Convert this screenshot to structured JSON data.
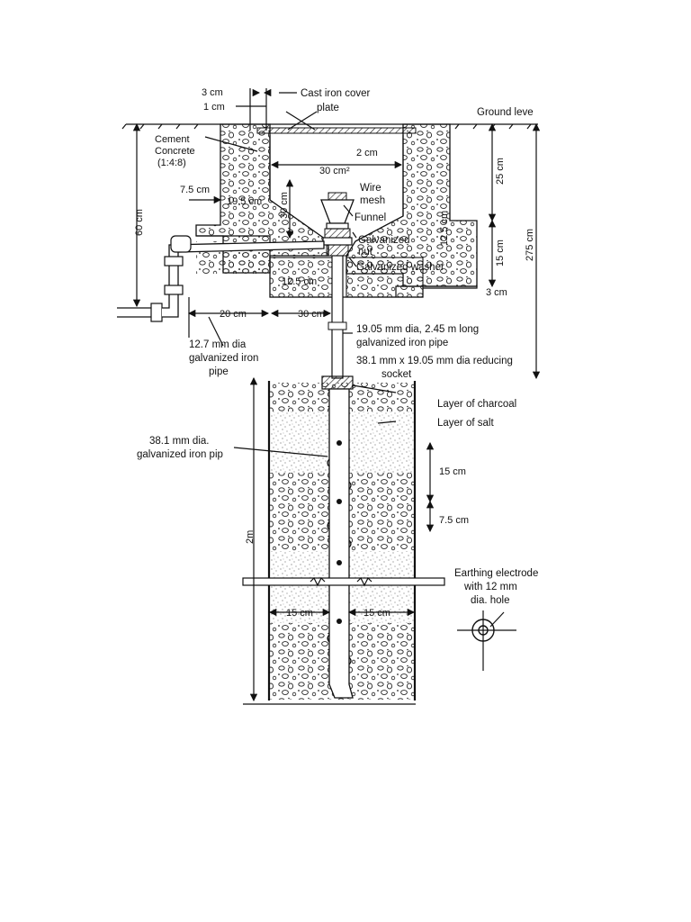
{
  "labels": {
    "cover_3cm": "3 cm",
    "cover_1cm": "1 cm",
    "cast_iron_cover": "Cast iron cover",
    "plate": "plate",
    "ground_level": "Ground leve",
    "cement": "Cement",
    "concrete": "Concrete",
    "mix_ratio": "(1:4:8)",
    "dim_2cm": "2 cm",
    "dim_30cm2": "30 cm²",
    "dim_25cm": "25 cm",
    "dim_275cm": "275 cm",
    "dim_75cm_top": "7.5 cm",
    "dim_195cm": "19.5 cm",
    "dim_30cm_vert": "30 cm",
    "wire": "Wire",
    "mesh": "mesh",
    "funnel": "Funnel",
    "dim_125cm_vert": "12.5 cm",
    "galvanized": "Galvanized",
    "nut": "nut",
    "dim_15cm_vert": "15 cm",
    "dim_60cm": "60 cm",
    "galvanized_washer": "Galvanized washer",
    "dim_125cm": "12.5 cm",
    "dim_3cm": "3 cm",
    "dim_20cm": "20 cm",
    "dim_30cm_horiz": "30 cm",
    "pipe_19_line1": "19.05 mm dia, 2.45 m long",
    "pipe_19_line2": "galvanized iron pipe",
    "iron_pipe_line1": "12.7 mm dia",
    "iron_pipe_line2": "galvanized iron",
    "iron_pipe_line3": "pipe",
    "socket_line1": "38.1 mm x 19.05 mm dia reducing",
    "socket_line2": "socket",
    "charcoal": "Layer of charcoal",
    "salt": "Layer of salt",
    "pipe_38_line1": "38.1 mm dia.",
    "pipe_38_line2": "galvanized iron pip",
    "dim_15cm_right": "15 cm",
    "dim_2m": "2m",
    "dim_75cm_right": "7.5 cm",
    "electrode_line1": "Earthing electrode",
    "electrode_line2": "with 12 mm",
    "electrode_line3": "dia. hole",
    "dim_15cm_left": "15 cm",
    "dim_15cm_mid": "15 cm"
  }
}
